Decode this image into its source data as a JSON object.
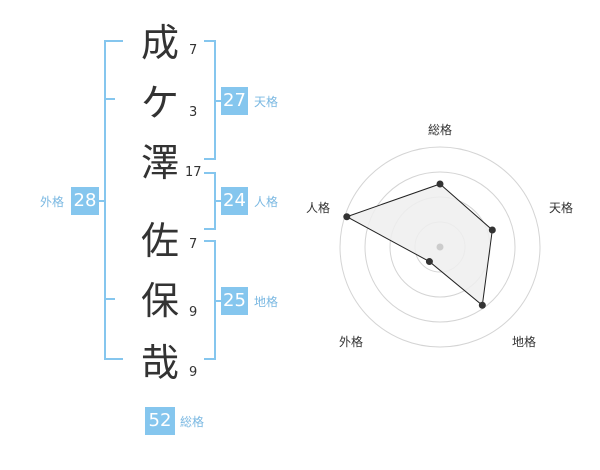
{
  "surname": [
    {
      "char": "成",
      "strokes": "7"
    },
    {
      "char": "ケ",
      "strokes": "3"
    },
    {
      "char": "澤",
      "strokes": "17"
    }
  ],
  "given_name": [
    {
      "char": "佐",
      "strokes": "7"
    },
    {
      "char": "保",
      "strokes": "9"
    },
    {
      "char": "哉",
      "strokes": "9"
    }
  ],
  "kaku": {
    "tenkaku": {
      "value": "27",
      "label": "天格"
    },
    "jinkaku": {
      "value": "24",
      "label": "人格"
    },
    "chikaku": {
      "value": "25",
      "label": "地格"
    },
    "gaikaku": {
      "value": "28",
      "label": "外格"
    },
    "soukaku": {
      "value": "52",
      "label": "総格"
    }
  },
  "radar": {
    "axes": [
      "総格",
      "天格",
      "地格",
      "外格",
      "人格"
    ],
    "values": [
      0.63,
      0.55,
      0.72,
      0.18,
      0.98
    ],
    "colors": {
      "fill": "#efefef",
      "stroke": "#222222",
      "grid": "#d4d4d4",
      "point": "#333333",
      "center": "#cccccc"
    }
  },
  "colors": {
    "accent": "#85c6ee",
    "label": "#7ab8e2",
    "text": "#333333"
  }
}
